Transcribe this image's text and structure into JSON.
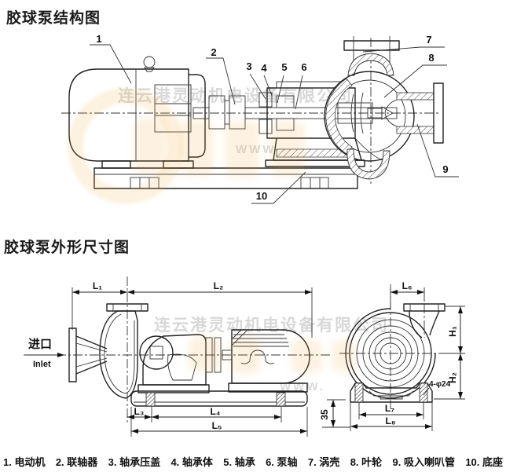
{
  "titles": {
    "structure": "胶球泵结构图",
    "dimensions": "胶球泵外形尺寸图"
  },
  "inlet": {
    "cn": "进口",
    "en": "Inlet"
  },
  "callouts": [
    "1",
    "2",
    "3",
    "4",
    "5",
    "6",
    "7",
    "8",
    "9",
    "10"
  ],
  "dims": {
    "l1": "L₁",
    "l2": "L₂",
    "l3": "L₃",
    "l4": "L₄",
    "l5": "L₅",
    "l6": "L₆",
    "l7": "L₇",
    "l8": "L₈",
    "h1": "H₁",
    "h2": "H₂",
    "base_height": "35",
    "bolt_holes": "4-φ24"
  },
  "legend": {
    "items": [
      "1. 电动机",
      "2. 联轴器",
      "3. 轴承压盖",
      "4. 轴承体",
      "5. 轴承",
      "6. 泵轴",
      "7. 涡壳",
      "8. 叶轮",
      "9. 吸入喇叭管",
      "10. 底座"
    ]
  },
  "watermark": {
    "company": "连云港灵动机电设备有限公司",
    "www": "WWW."
  },
  "colors": {
    "ink": "#1f1f1f",
    "watermark_gray": "#999999",
    "watermark_orange": "#f5a623"
  }
}
